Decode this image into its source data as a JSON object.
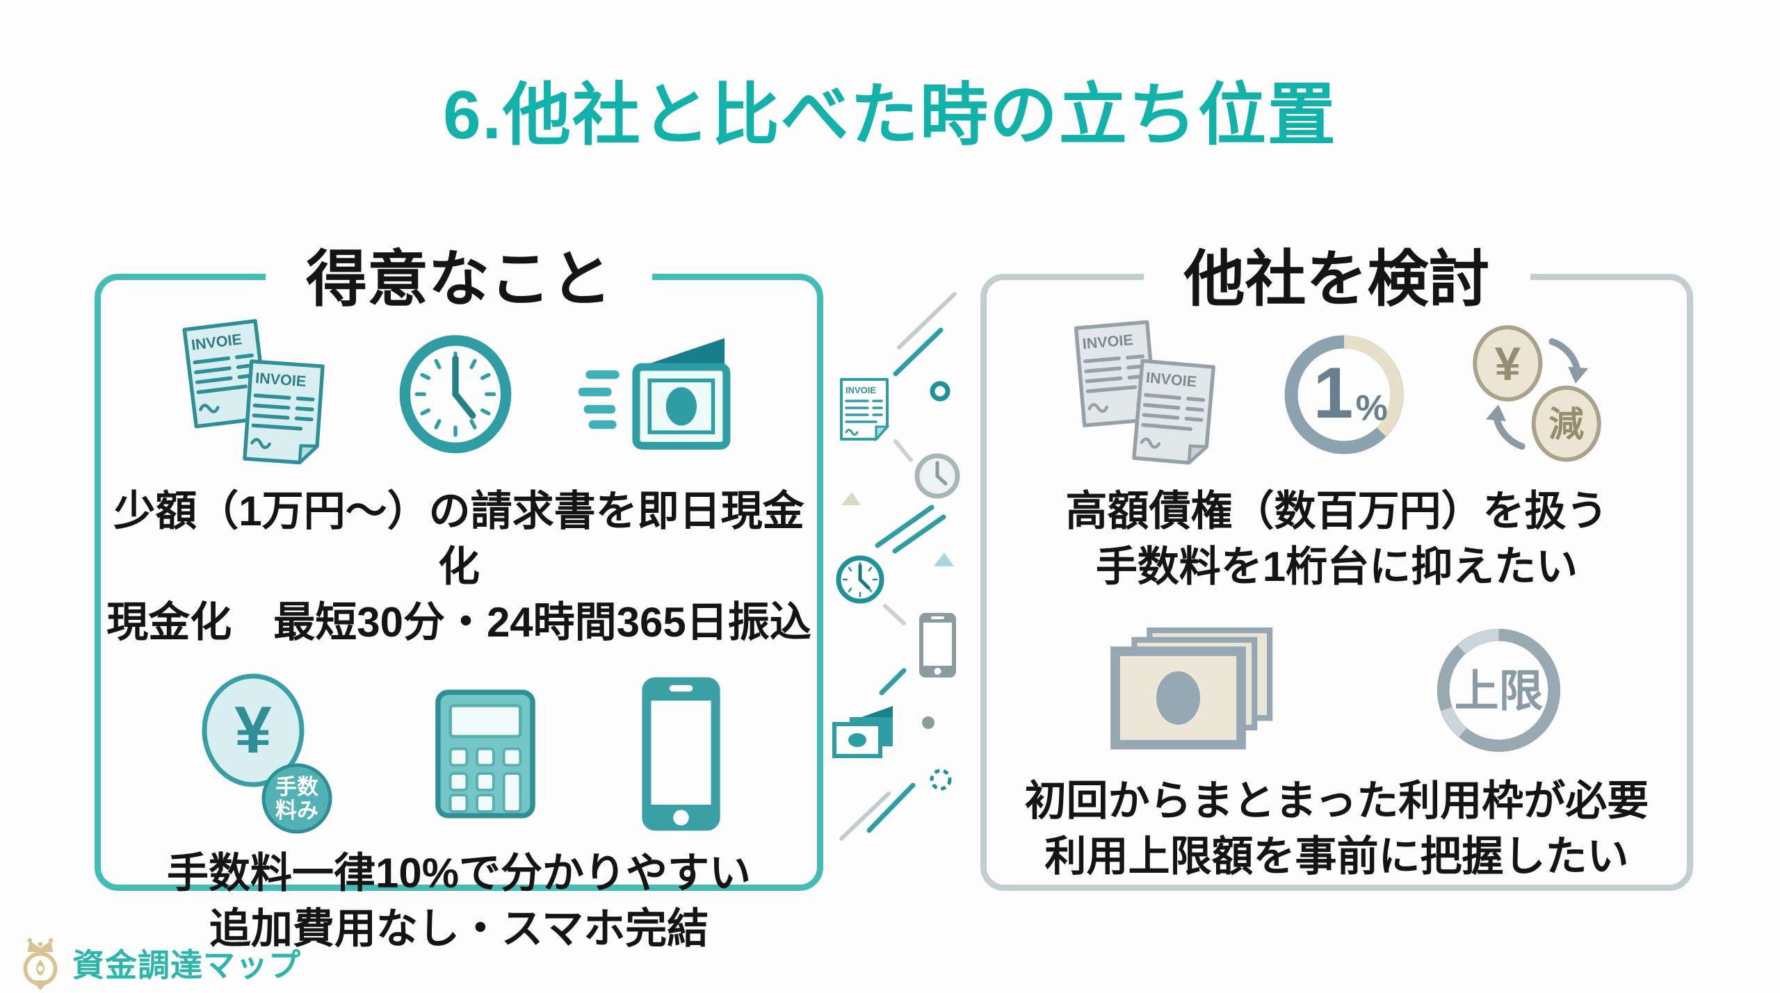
{
  "title": "6.他社と比べた時の立ち位置",
  "left_panel": {
    "label": "得意なこと",
    "invoice_label": "INVOIE",
    "text1_line1": "少額（1万円〜）の請求書を即日現金化",
    "text1_line2": "現金化　最短30分・24時間365日振込",
    "coin_symbol": "¥",
    "fee_badge_line1": "手数",
    "fee_badge_line2": "料み",
    "text2_line1": "手数料一律10%で分かりやすい",
    "text2_line2": "追加費用なし・スマホ完結"
  },
  "right_panel": {
    "label": "他社を検討",
    "invoice_label": "INVOIE",
    "percent_big": "1",
    "percent_small": "%",
    "yen_symbol": "¥",
    "reduce_symbol": "減",
    "text1_line1": "高額債権（数百万円）を扱う",
    "text1_line2": "手数料を1桁台に抑えたい",
    "limit_label": "上限",
    "text2_line1": "初回からまとまった利用枠が必要",
    "text2_line2": "利用上限額を事前に把握したい"
  },
  "divider": {
    "invoice_label": "INVOIE"
  },
  "footer": {
    "logo_text": "資金調達マップ"
  },
  "colors": {
    "teal_title": "#12b2aa",
    "teal_border": "#43bcb6",
    "teal_icon": "#2e9ea4",
    "teal_icon_fill": "#d8eef0",
    "teal_dark": "#1a828c",
    "gray_border": "#c3ced1",
    "gray_icon": "#96a1a7",
    "gray_icon_fill": "#e2e8ea",
    "gray_blue": "#8ba2af",
    "beige": "#e8dfc8",
    "beige_coin": "#ece5d3",
    "gold_logo": "#d8c493"
  }
}
